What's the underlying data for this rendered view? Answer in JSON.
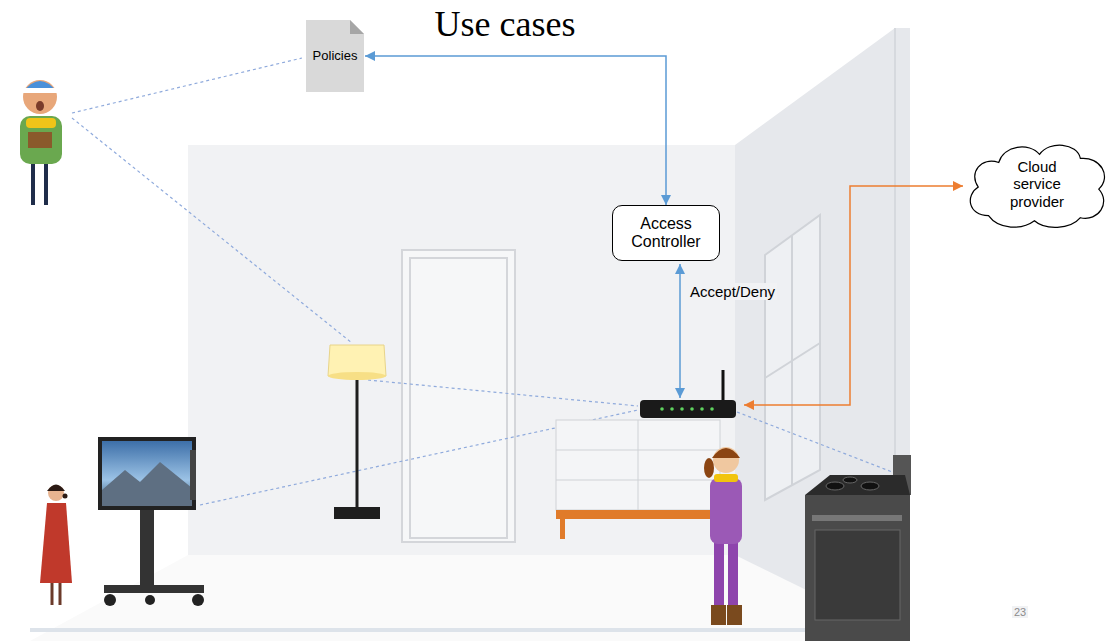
{
  "diagram": {
    "title": "Use cases",
    "nodes": [
      {
        "text": [
          "Policies"
        ]
      },
      {
        "text": [
          "Cloud service provider"
        ]
      },
      {
        "text": [
          "Access Controller"
        ]
      }
    ],
    "edges": [
      {
        "from": 2,
        "to": 0,
        "arrow": "both"
      }
    ],
    "labels": [
      "Accept/Deny",
      "23"
    ]
  }
}
